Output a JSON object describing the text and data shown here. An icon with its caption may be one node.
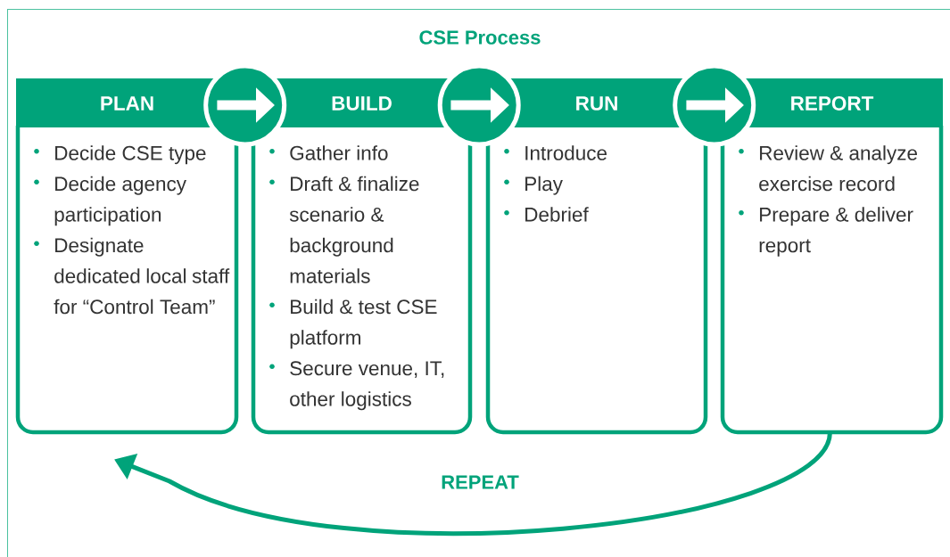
{
  "diagram": {
    "title": "CSE Process",
    "nodes": [
      {
        "text": [
          "PLAN",
          "Decide CSE type",
          "Decide agency participation",
          "Designate dedicated local staff for “Control Team”"
        ]
      },
      {
        "text": [
          "BUILD",
          "Gather info",
          "Draft & finalize scenario & background materials",
          "Build & test CSE platform",
          "Secure venue, IT, other logistics"
        ]
      },
      {
        "text": [
          "RUN",
          "Introduce",
          "Play",
          "Debrief"
        ]
      },
      {
        "text": [
          "REPORT",
          "Review & analyze exercise record",
          "Prepare & deliver report"
        ]
      }
    ],
    "edges": [
      {
        "from": 0,
        "to": 1,
        "arrow": "to"
      },
      {
        "from": 1,
        "to": 2,
        "arrow": "to"
      },
      {
        "from": 2,
        "to": 3,
        "arrow": "to"
      },
      {
        "from": 3,
        "to": 0,
        "arrow": "to",
        "label": "REPEAT",
        "color": "#00a37a"
      }
    ]
  }
}
